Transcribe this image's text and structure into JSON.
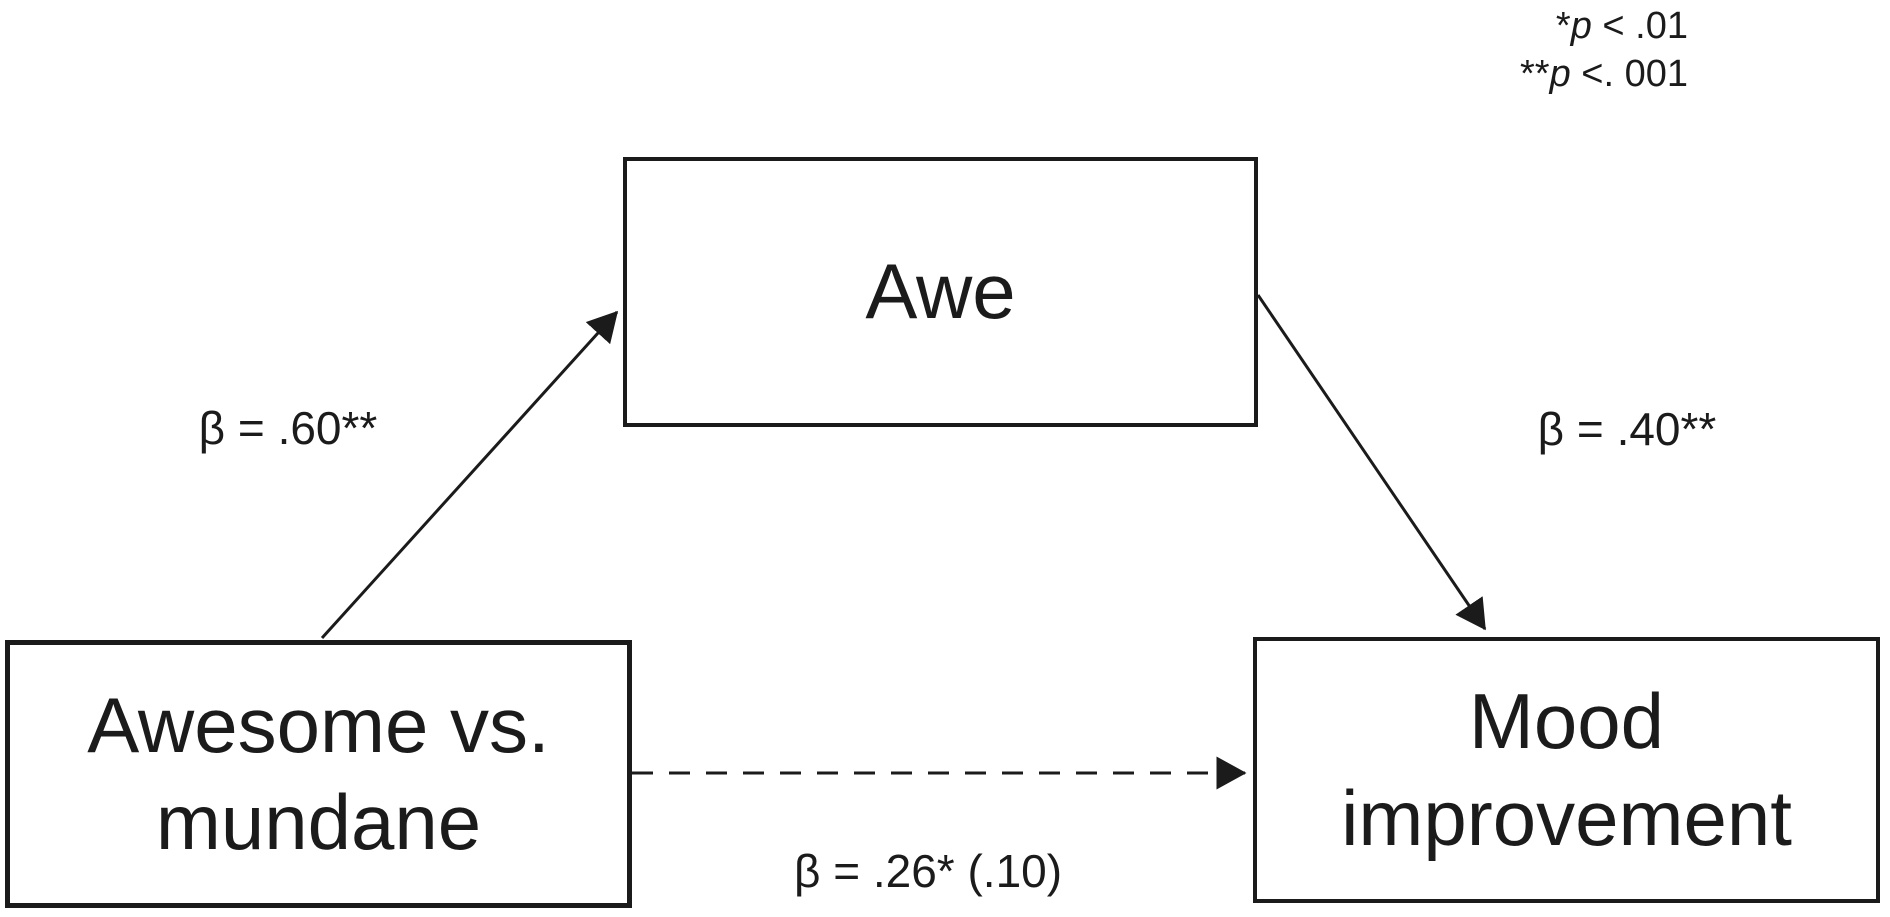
{
  "diagram": {
    "type": "mediation-path-model",
    "colors": {
      "ink": "#1b1b1b",
      "background": "#ffffff"
    }
  },
  "nodes": {
    "predictor": {
      "label": "Awesome vs.\nmundane"
    },
    "mediator": {
      "label": "Awe"
    },
    "outcome": {
      "label": "Mood\nimprovement"
    }
  },
  "paths": {
    "a": {
      "from": "predictor",
      "to": "mediator",
      "style": "solid",
      "label": "β = .60**"
    },
    "b": {
      "from": "mediator",
      "to": "outcome",
      "style": "solid",
      "label": "β = .40**"
    },
    "c": {
      "from": "predictor",
      "to": "outcome",
      "style": "dashed",
      "label": "β = .26* (.10)"
    }
  },
  "legend": {
    "sig1": {
      "stars": "*",
      "symbol": "p",
      "rest": " < .01"
    },
    "sig2": {
      "stars": "**",
      "symbol": "p",
      "rest": " <. 001"
    }
  }
}
